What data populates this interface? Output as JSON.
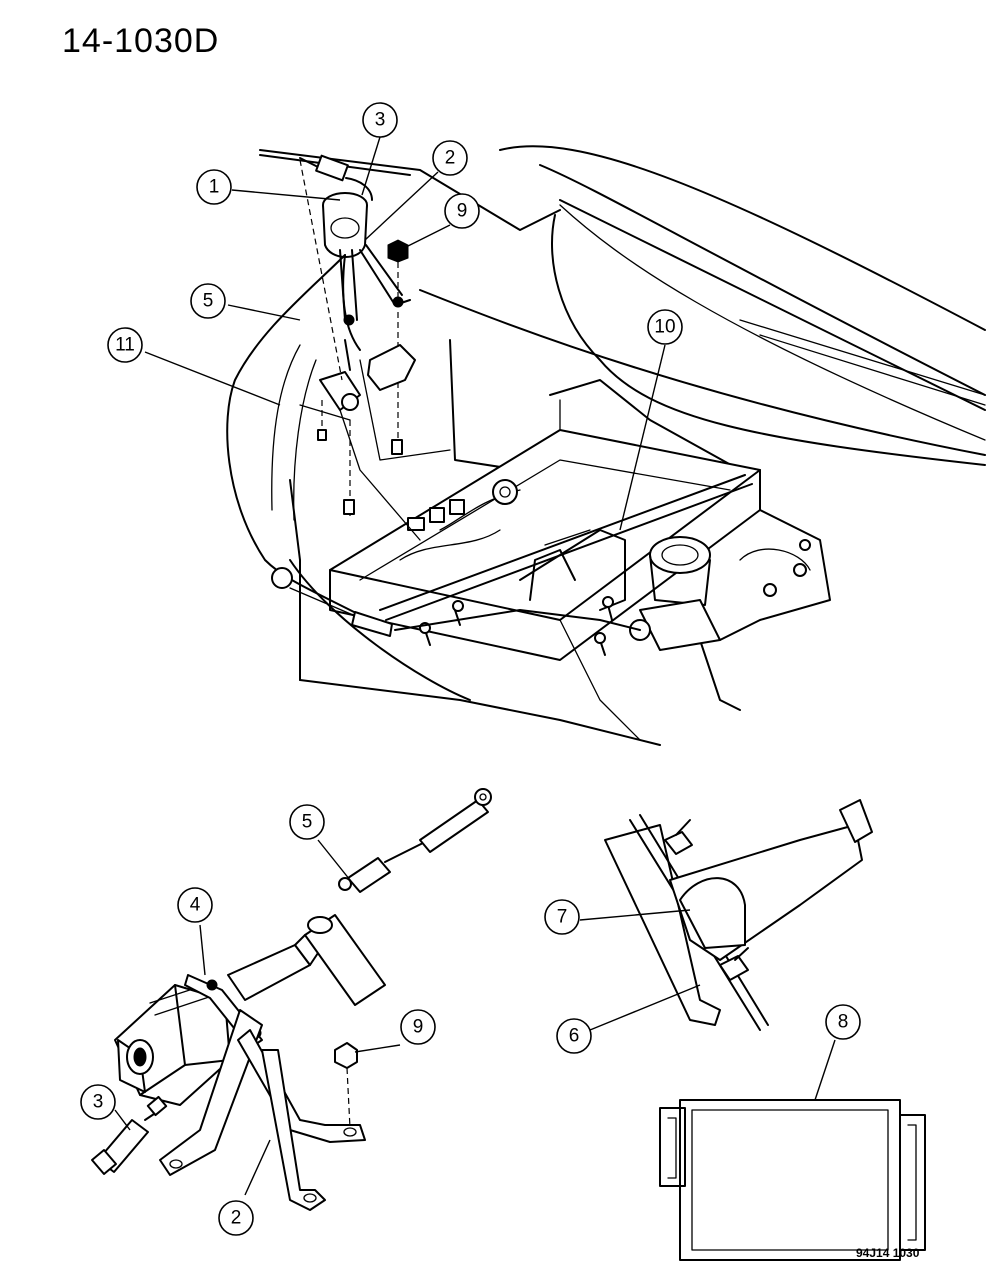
{
  "header": {
    "diagram_id": "14-1030D"
  },
  "footer": {
    "figure_code": "94J14  1030"
  },
  "callouts": {
    "top": [
      "3",
      "2",
      "1",
      "9",
      "5",
      "11",
      "10"
    ],
    "bottom_left": [
      "5",
      "4",
      "9",
      "3",
      "2"
    ],
    "bottom_right": [
      "7",
      "6",
      "8"
    ]
  }
}
